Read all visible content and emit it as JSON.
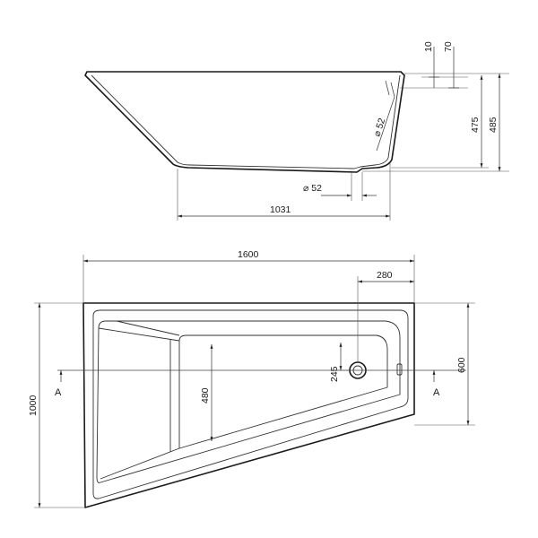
{
  "dimensions": {
    "top_rim_10": "10",
    "top_rim_70": "70",
    "depth_475": "475",
    "depth_485": "485",
    "overflow_dia": "⌀ 52",
    "drain_dia": "⌀ 52",
    "bottom_length": "1031",
    "total_length": "1600",
    "drain_offset": "280",
    "drain_height": "245",
    "narrow_width": "480",
    "side_width": "600",
    "total_width": "1000"
  },
  "section_marks": {
    "left": "A",
    "right": "A"
  }
}
